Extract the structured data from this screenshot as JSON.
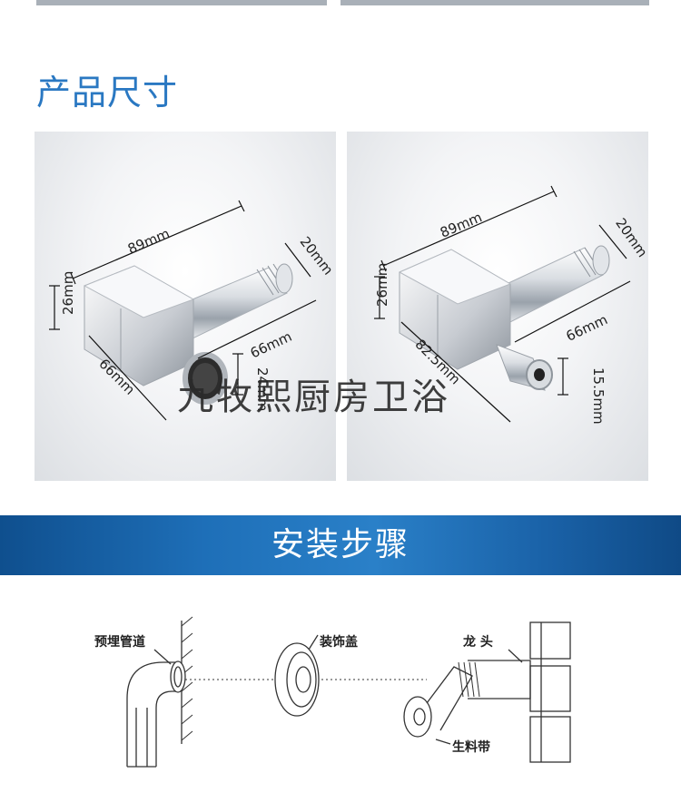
{
  "sections": {
    "size_title": "产品尺寸",
    "install_title": "安装步骤"
  },
  "left_dims": {
    "length": "89mm",
    "thread": "20mm",
    "height": "26mm",
    "width": "66mm",
    "depth": "66mm",
    "outlet": "24mm"
  },
  "right_dims": {
    "length": "89mm",
    "thread": "20mm",
    "height": "26mm",
    "depth": "66mm",
    "bottom": "82.5mm",
    "outlet": "15.5mm"
  },
  "watermark": "九牧熙厨房卫浴",
  "install": {
    "pipe": "预埋管道",
    "cover": "装饰盖",
    "faucet": "龙 头",
    "tape": "生料带"
  }
}
